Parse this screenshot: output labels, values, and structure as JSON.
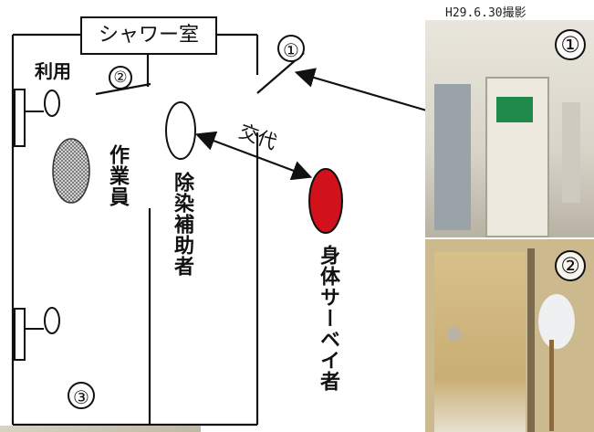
{
  "title": "シャワー室",
  "markers": {
    "m1": "①",
    "m2": "②",
    "m3": "③"
  },
  "labels": {
    "use": "利用",
    "worker": "作業員",
    "assistant": "除染補助者",
    "survey": "身体サーベイ者",
    "swap": "交代"
  },
  "photos": {
    "date": "H29.6.30撮影",
    "marker1": "①",
    "marker2": "②"
  },
  "colors": {
    "survey_fill": "#d1111c",
    "line": "#111111",
    "wall_bg": "#f4f1e8"
  }
}
